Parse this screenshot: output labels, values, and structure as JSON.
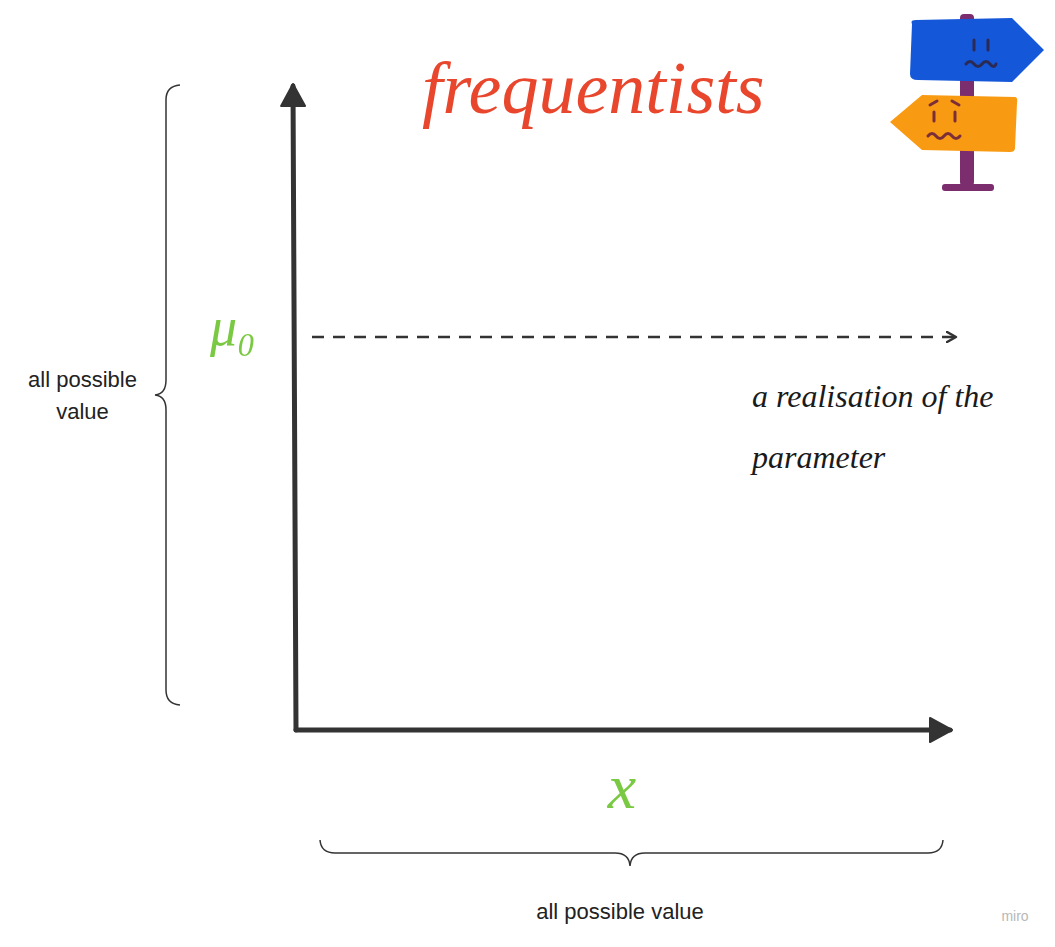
{
  "diagram": {
    "title": "frequentists",
    "labels": [
      "all possible value",
      "μ₀",
      "a realisation of the parameter",
      "x",
      "all possible value",
      "miro"
    ]
  }
}
